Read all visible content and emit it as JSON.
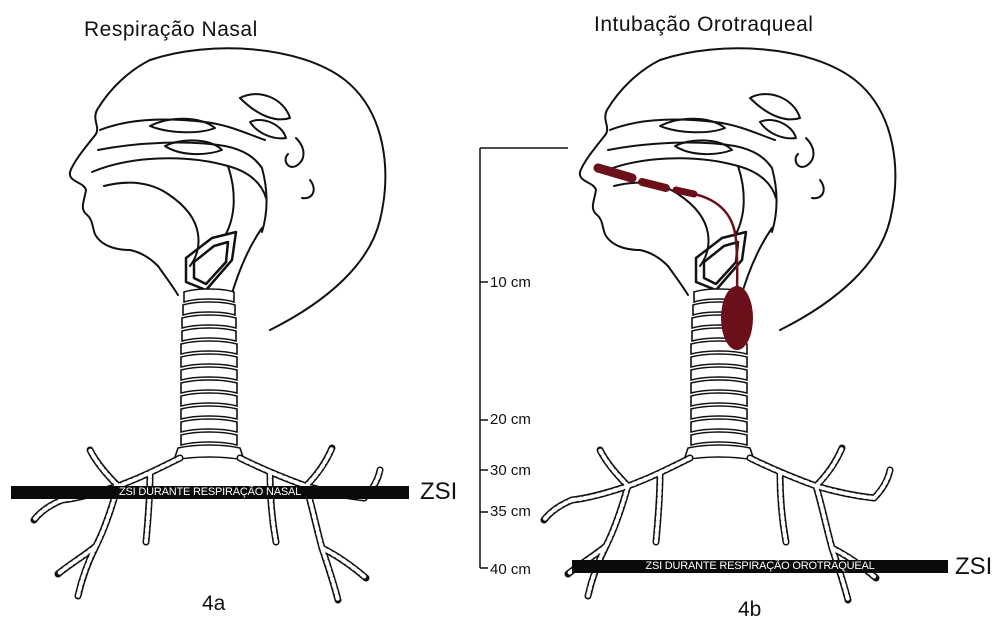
{
  "panels": [
    {
      "title": "Respiração Nasal",
      "label": "4a",
      "zsi_text": "ZSI DURANTE RESPIRAÇÃO NASAL",
      "zsi_tag": "ZSI"
    },
    {
      "title": "Intubação Orotraqueal",
      "label": "4b",
      "zsi_text": "ZSI DURANTE RESPIRAÇÃO OROTRAQUEAL",
      "zsi_tag": "ZSI"
    }
  ],
  "ruler": {
    "marks": [
      "10 cm",
      "20 cm",
      "30 cm",
      "35 cm",
      "40 cm"
    ]
  },
  "colors": {
    "tube": "#6b0f1a",
    "line": "#111111",
    "bar": "#0a0a0a"
  }
}
